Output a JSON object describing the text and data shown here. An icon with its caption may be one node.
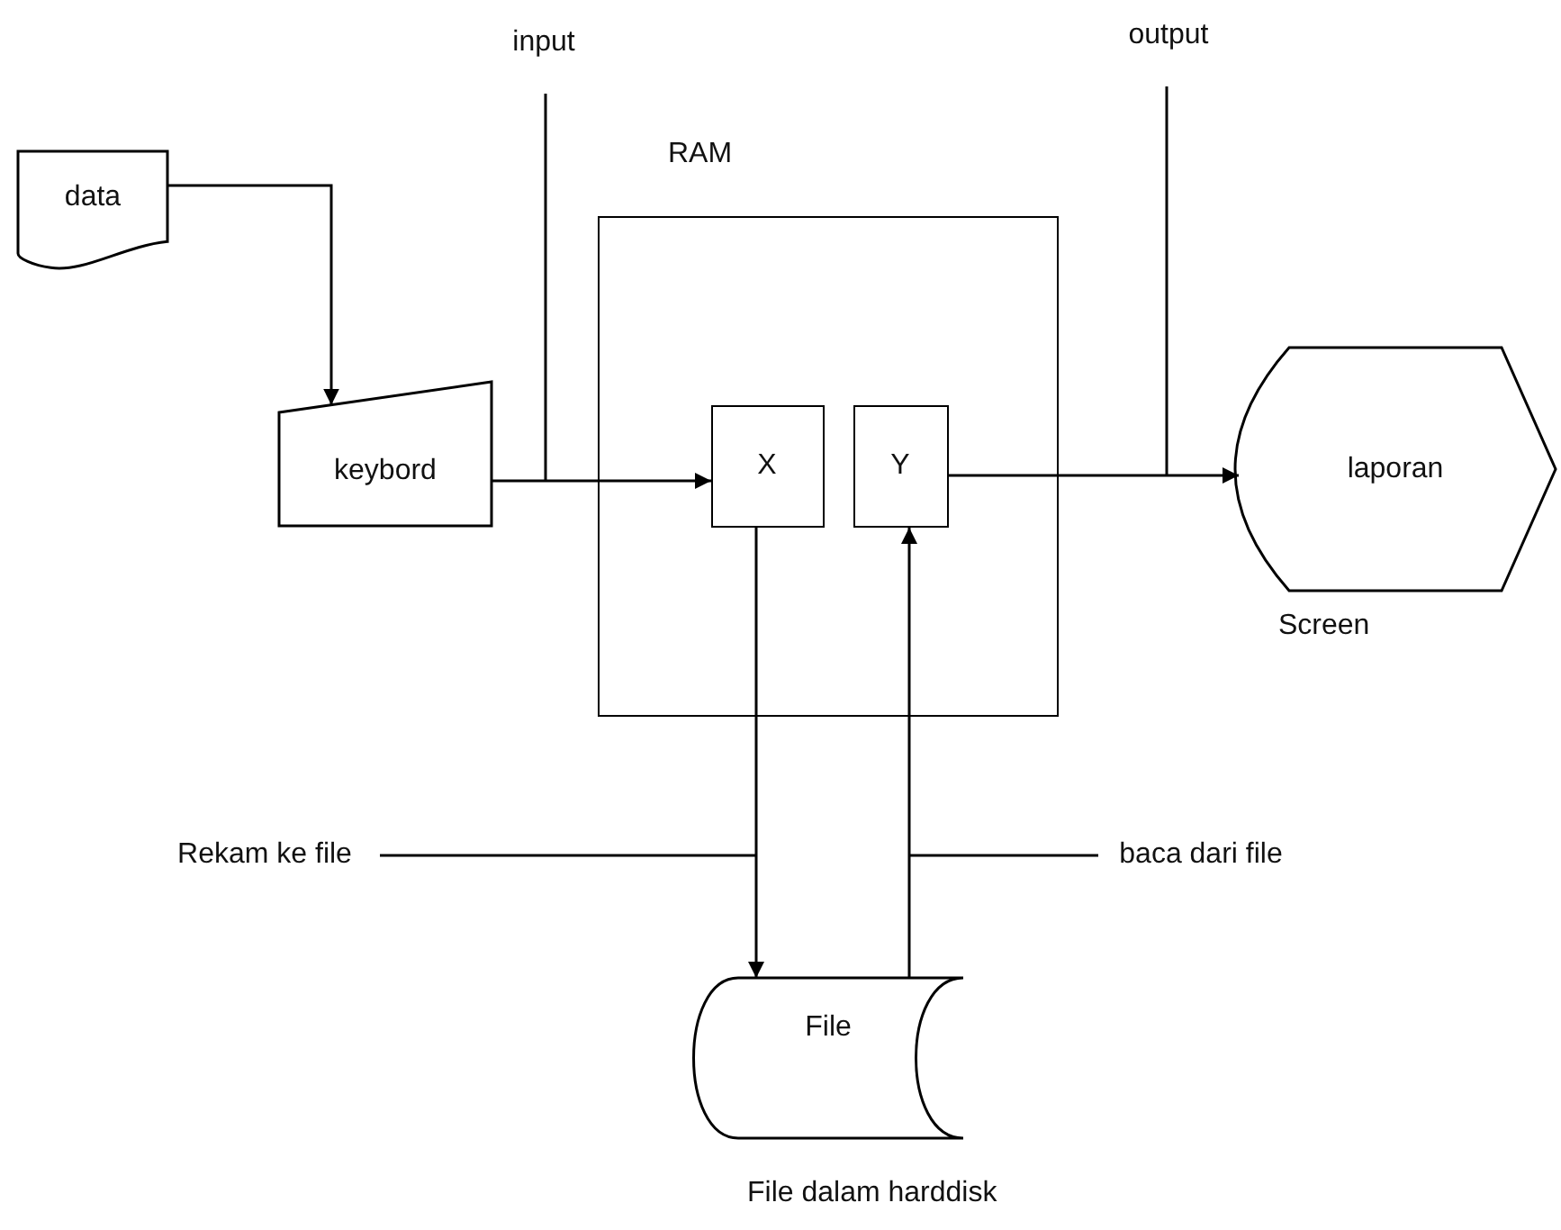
{
  "diagram": {
    "nodes": [
      {
        "text": [
          "data"
        ]
      },
      {
        "text": [
          "keybord"
        ]
      },
      {
        "text": [
          "RAM"
        ]
      },
      {
        "text": [
          "X"
        ],
        "in": 2
      },
      {
        "text": [
          "Y"
        ],
        "in": 2
      },
      {
        "text": [
          "laporan"
        ],
        "beside": [
          "Screen"
        ]
      },
      {
        "text": [
          "File"
        ],
        "beside": [
          "File dalam harddisk"
        ]
      },
      {
        "text": [
          "input"
        ]
      },
      {
        "text": [
          "output"
        ]
      },
      {
        "text": [
          "Rekam ke file"
        ]
      },
      {
        "text": [
          "baca dari file"
        ]
      }
    ],
    "edges": [
      {
        "from": 0,
        "to": 1,
        "arrow": "to"
      },
      {
        "from": 1,
        "to": 3,
        "arrow": "to"
      },
      {
        "from": 4,
        "to": 5,
        "arrow": "to"
      },
      {
        "from": 3,
        "to": 6,
        "arrow": "to"
      },
      {
        "from": 6,
        "to": 4,
        "arrow": "to"
      },
      {
        "from": 7,
        "to": null,
        "arrow": "none"
      },
      {
        "from": 8,
        "to": null,
        "arrow": "none"
      },
      {
        "from": 9,
        "to": null,
        "arrow": "none"
      },
      {
        "from": 10,
        "to": null,
        "arrow": "none"
      }
    ]
  }
}
